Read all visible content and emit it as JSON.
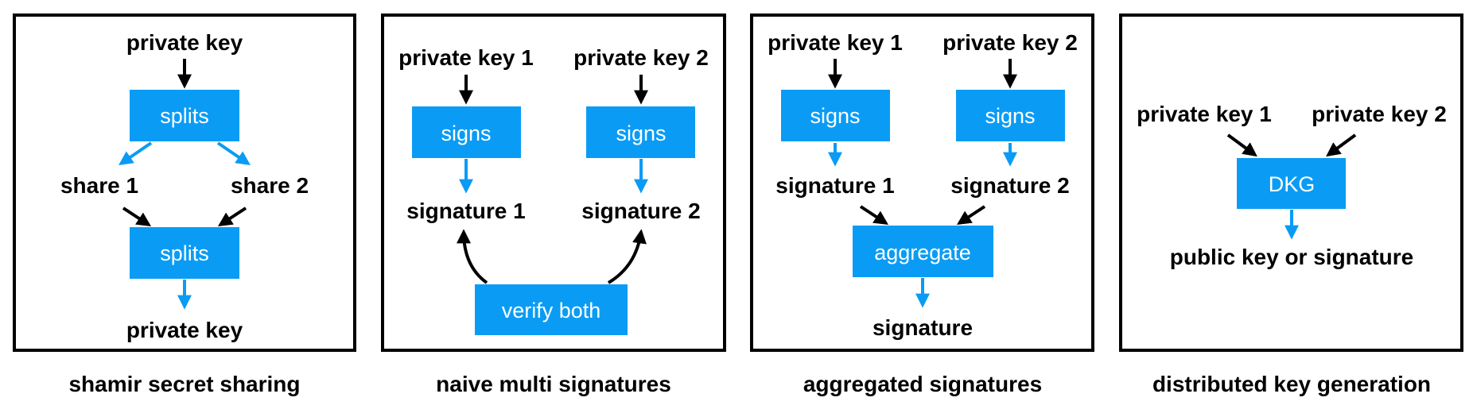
{
  "colors": {
    "box": "#0a9cf5",
    "text_on_box": "#ffffff",
    "arrow_black": "#000000",
    "arrow_blue": "#0a9cf5"
  },
  "panels": [
    {
      "caption": "shamir secret sharing",
      "top_label": "private key",
      "box1": "splits",
      "share1": "share 1",
      "share2": "share 2",
      "box2": "splits",
      "bottom_label": "private key"
    },
    {
      "caption": "naive multi signatures",
      "key1": "private key 1",
      "key2": "private key 2",
      "box1": "signs",
      "box2": "signs",
      "sig1": "signature 1",
      "sig2": "signature 2",
      "verify": "verify both"
    },
    {
      "caption": "aggregated signatures",
      "key1": "private key 1",
      "key2": "private key 2",
      "box1": "signs",
      "box2": "signs",
      "sig1": "signature 1",
      "sig2": "signature 2",
      "aggregate": "aggregate",
      "bottom_label": "signature"
    },
    {
      "caption": "distributed key generation",
      "key1": "private key 1",
      "key2": "private key 2",
      "box": "DKG",
      "bottom_label": "public key or signature"
    }
  ]
}
